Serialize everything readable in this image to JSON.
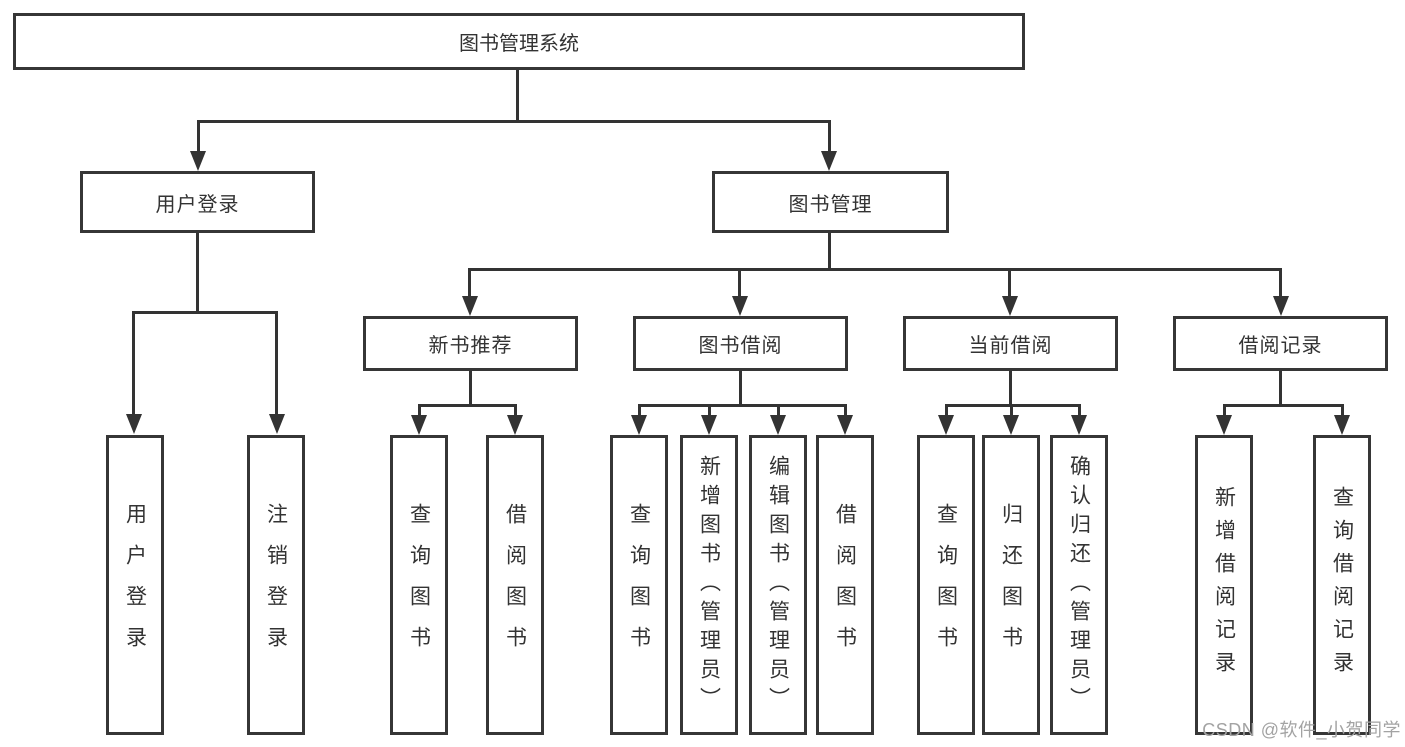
{
  "root": {
    "label": "图书管理系统"
  },
  "level2": [
    {
      "label": "用户登录"
    },
    {
      "label": "图书管理"
    }
  ],
  "level3": [
    {
      "label": "新书推荐",
      "parent": "图书管理"
    },
    {
      "label": "图书借阅",
      "parent": "图书管理"
    },
    {
      "label": "当前借阅",
      "parent": "图书管理"
    },
    {
      "label": "借阅记录",
      "parent": "图书管理"
    }
  ],
  "leaves": [
    {
      "label": "用户登录",
      "parent": "用户登录"
    },
    {
      "label": "注销登录",
      "parent": "用户登录"
    },
    {
      "label": "查询图书",
      "parent": "新书推荐"
    },
    {
      "label": "借阅图书",
      "parent": "新书推荐"
    },
    {
      "label": "查询图书",
      "parent": "图书借阅"
    },
    {
      "label": "新增图书（管理员）",
      "parent": "图书借阅"
    },
    {
      "label": "编辑图书（管理员）",
      "parent": "图书借阅"
    },
    {
      "label": "借阅图书",
      "parent": "图书借阅"
    },
    {
      "label": "查询图书",
      "parent": "当前借阅"
    },
    {
      "label": "归还图书",
      "parent": "当前借阅"
    },
    {
      "label": "确认归还（管理员）",
      "parent": "当前借阅"
    },
    {
      "label": "新增借阅记录",
      "parent": "借阅记录"
    },
    {
      "label": "查询借阅记录",
      "parent": "借阅记录"
    }
  ],
  "watermark": "CSDN @软件_小贺同学",
  "colors": {
    "line": "#333333",
    "border": "#363636",
    "text": "#333333",
    "background": "#ffffff",
    "watermark": "#a3a3a3"
  }
}
